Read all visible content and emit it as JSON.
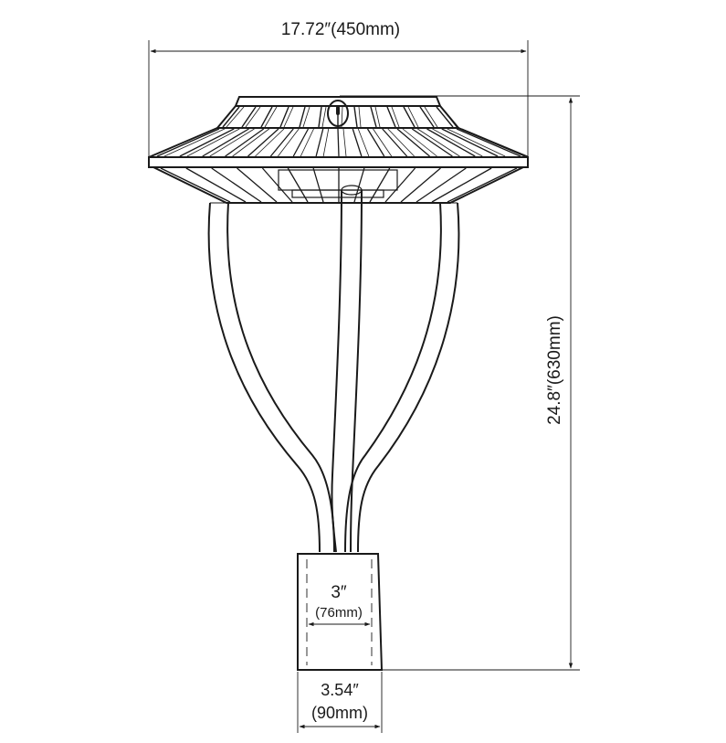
{
  "dimensions": {
    "width_label": "17.72″(450mm)",
    "height_label": "24.8″(630mm)",
    "inner_dia_label": "3″",
    "inner_dia_mm_label": "(76mm)",
    "outer_dia_label": "3.54″",
    "outer_dia_mm_label": "(90mm)"
  }
}
